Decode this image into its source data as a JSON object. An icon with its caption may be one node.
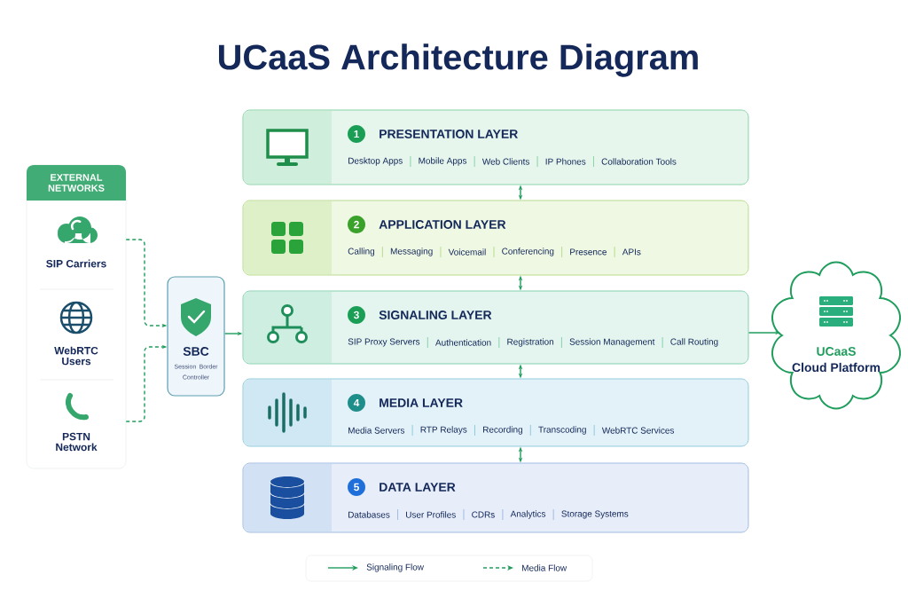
{
  "diagram": {
    "title": "UCaaS Architecture Diagram",
    "nodes": [
      {
        "text": [
          "EXTERNAL NETWORKS"
        ]
      },
      {
        "text": [
          "SIP Carriers"
        ],
        "in": 0
      },
      {
        "text": [
          "WebRTC Users"
        ],
        "in": 0
      },
      {
        "text": [
          "PSTN Network"
        ],
        "in": 0
      },
      {
        "text": [
          "SBC",
          "Session Border Controller"
        ]
      },
      {
        "text": [
          "1",
          "PRESENTATION LAYER",
          "Desktop Apps",
          "Mobile Apps",
          "Web Clients",
          "IP Phones",
          "Collaboration Tools"
        ]
      },
      {
        "text": [
          "2",
          "APPLICATION LAYER",
          "Calling",
          "Messaging",
          "Voicemail",
          "Conferencing",
          "Presence",
          "APIs"
        ]
      },
      {
        "text": [
          "3",
          "SIGNALING LAYER",
          "SIP Proxy Servers",
          "Authentication",
          "Registration",
          "Session Management",
          "Call Routing"
        ]
      },
      {
        "text": [
          "4",
          "MEDIA LAYER",
          "Media Servers",
          "RTP Relays",
          "Recording",
          "Transcoding",
          "WebRTC Services"
        ]
      },
      {
        "text": [
          "5",
          "DATA LAYER",
          "Databases",
          "User Profiles",
          "CDRs",
          "Analytics",
          "Storage Systems"
        ]
      },
      {
        "text": [
          "UCaaS",
          "Cloud Platform"
        ]
      }
    ],
    "edges": [
      {
        "from": 1,
        "to": 4,
        "arrow": "to",
        "style": "dashed"
      },
      {
        "from": 3,
        "to": 4,
        "arrow": "to",
        "style": "dashed"
      },
      {
        "from": 4,
        "to": 7,
        "arrow": "to"
      },
      {
        "from": 5,
        "to": 6,
        "arrow": "both"
      },
      {
        "from": 6,
        "to": 7,
        "arrow": "both"
      },
      {
        "from": 7,
        "to": 8,
        "arrow": "both"
      },
      {
        "from": 8,
        "to": 9,
        "arrow": "both"
      },
      {
        "from": 7,
        "to": 10,
        "arrow": "to"
      }
    ],
    "legend": [
      {
        "text": "Signaling Flow"
      },
      {
        "text": "Media Flow"
      }
    ]
  }
}
